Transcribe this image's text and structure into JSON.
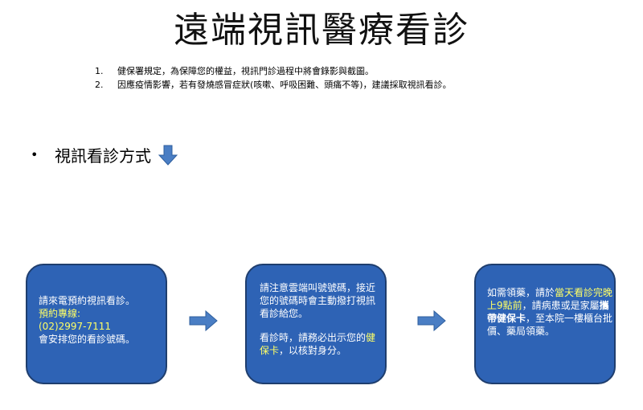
{
  "title": "遠端視訊醫療看診",
  "notes": [
    {
      "num": "1.",
      "text": "健保署規定，為保障您的權益，視訊門診過程中將會錄影與截圖。"
    },
    {
      "num": "2.",
      "text": "因應疫情影響，若有發燒感冒症狀(咳嗽、呼吸困難、頭痛不等)，建議採取視訊看診。"
    }
  ],
  "section": {
    "bullet": "•",
    "label": "視訊看診方式"
  },
  "steps": {
    "step1": {
      "line1": "請來電預約視訊看診。",
      "hotline_label": "預約專線:",
      "phone": "(02)2997-7111",
      "line4": "會安排您的看診號碼。"
    },
    "step2": {
      "line1": "請注意雲端叫號號碼，接近您的號碼時會主動撥打視訊看診給您。",
      "line2_pre": "看診時，請務必出示您的",
      "card": "健保卡",
      "line2_post": "，以核對身分。"
    },
    "step3": {
      "pre": "如需領藥，請於",
      "highlight": "當天看診完晚上9點前",
      "mid": "，請病患或是家屬",
      "bold": "攜帶健保卡",
      "post": "，至本院一樓櫃台批價、藥局領藥。"
    }
  },
  "colors": {
    "box_fill": "#2e63b5",
    "box_border": "#1f3e6e",
    "arrow": "#4a7ec4",
    "highlight": "#ffff66"
  },
  "icons": {
    "down_arrow": "arrow-down-icon",
    "right_arrow": "arrow-right-icon"
  }
}
